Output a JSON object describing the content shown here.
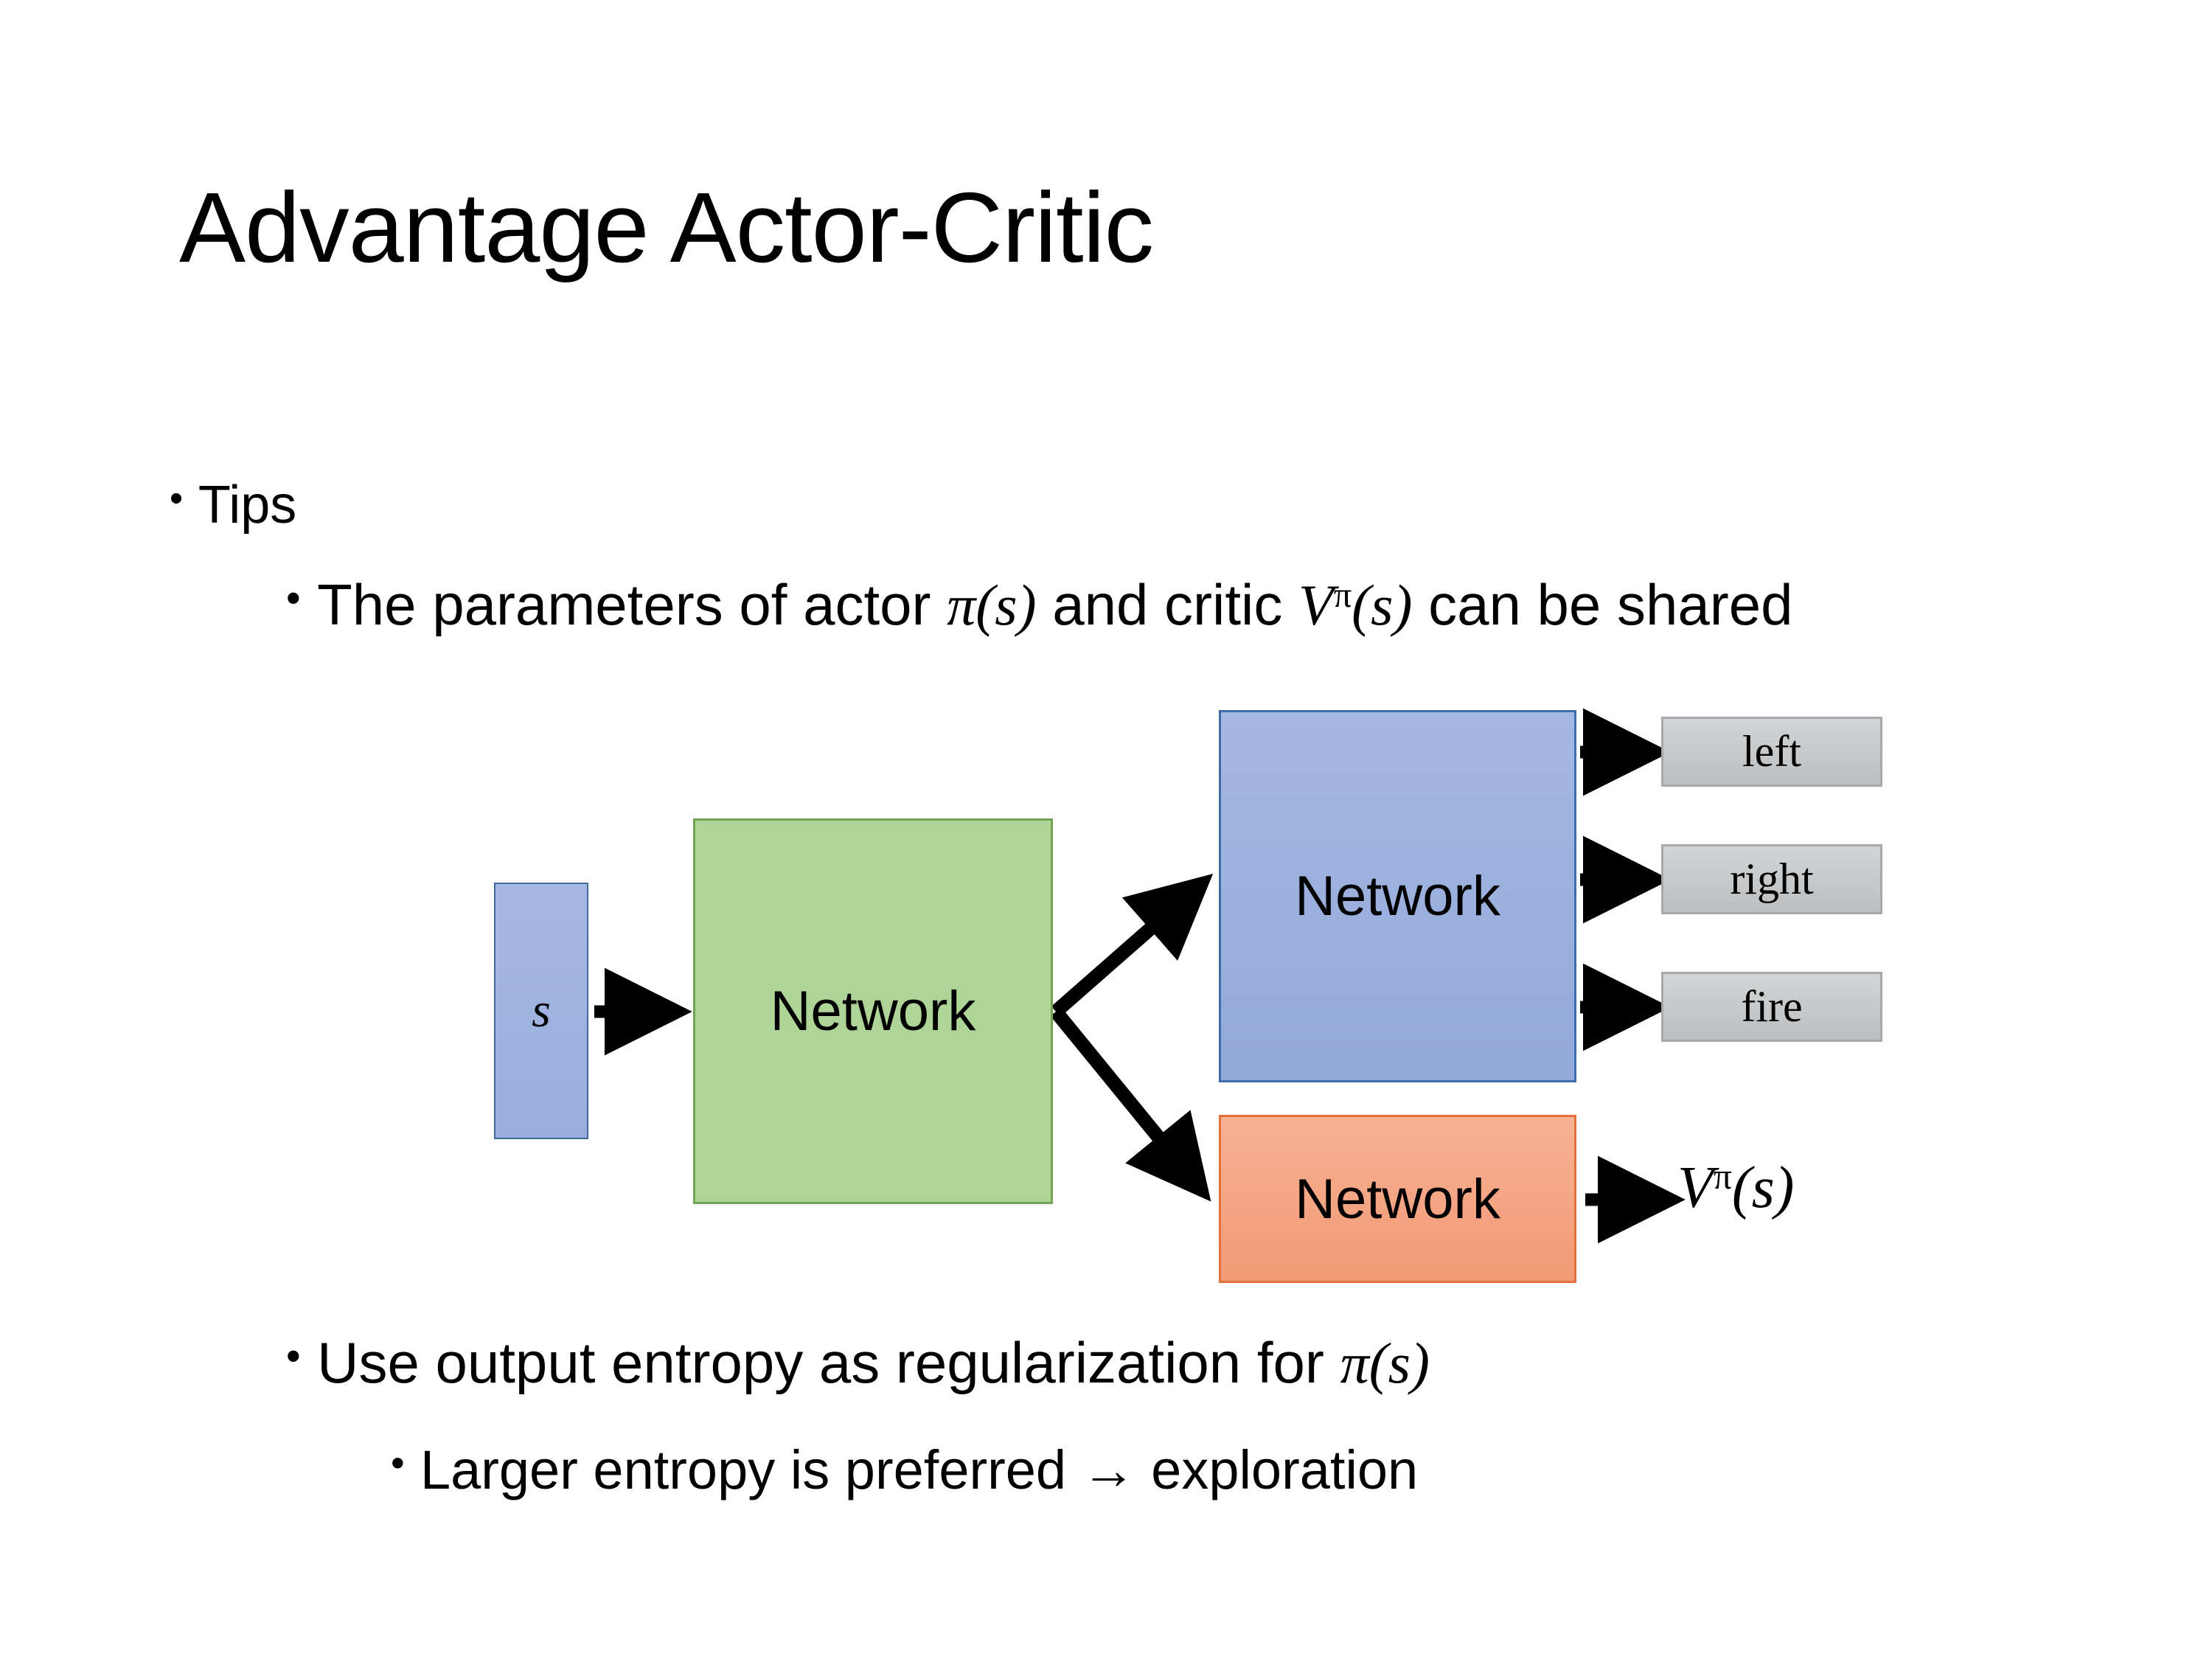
{
  "slide": {
    "title": "Advantage Actor-Critic",
    "background_color": "#ffffff"
  },
  "bullets": [
    {
      "level": 1,
      "marker": "•",
      "text": "Tips"
    },
    {
      "level": 2,
      "marker": "•",
      "text_parts": {
        "a": "The parameters of actor ",
        "pi": "π",
        "paren_s_1": "(s)",
        "b": "  and critic ",
        "V": "V",
        "sup_pi": "π",
        "paren_s_2": "(s)",
        "c": "can be shared"
      },
      "text_plain": "The parameters of actor π(s)  and critic Vπ(s) can be shared"
    },
    {
      "level": 2,
      "marker": "•",
      "text_parts": {
        "a": "Use output entropy as regularization for ",
        "pi": "π",
        "paren_s": "(s)"
      },
      "text_plain": "Use output entropy as regularization for π(s)"
    },
    {
      "level": 3,
      "marker": "•",
      "text_plain": "Larger entropy is preferred → exploration"
    }
  ],
  "diagram": {
    "nodes": {
      "state": {
        "label": "s",
        "fill": "#9db1de",
        "stroke": "#41699e"
      },
      "shared_network": {
        "label": "Network",
        "fill": "#aed597",
        "stroke": "#70a352"
      },
      "actor_network": {
        "label": "Network",
        "fill": "#9cb0dd",
        "stroke": "#3f6cab"
      },
      "critic_network": {
        "label": "Network",
        "fill": "#f4a281",
        "stroke": "#e2703a"
      }
    },
    "action_outputs": [
      {
        "label": "left",
        "fill": "#c6c8ca",
        "stroke": "#a6a8ab"
      },
      {
        "label": "right",
        "fill": "#c6c8ca",
        "stroke": "#a6a8ab"
      },
      {
        "label": "fire",
        "fill": "#c6c8ca",
        "stroke": "#a6a8ab"
      }
    ],
    "value_output": {
      "V": "V",
      "sup_pi": "π",
      "paren_s": "(s)",
      "label_plain": "Vπ(s)"
    },
    "arrow_color": "#000000"
  }
}
